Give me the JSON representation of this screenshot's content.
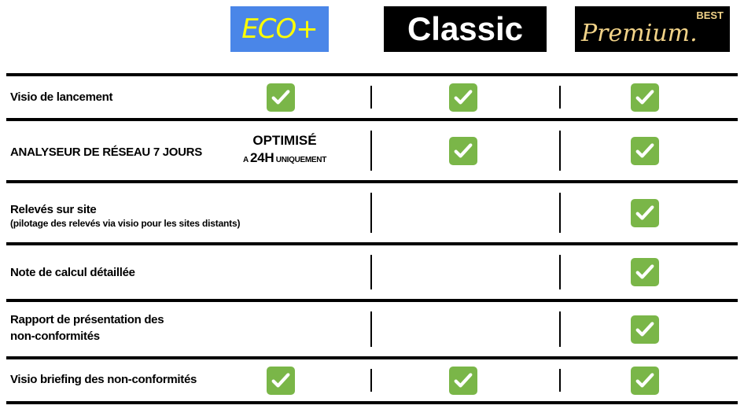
{
  "plans": [
    {
      "name": "ECO+",
      "color": "#4a86e8"
    },
    {
      "name": "Classic",
      "color": "#000000"
    },
    {
      "name": "Premium.",
      "badge": "BEST",
      "color": "#000000"
    }
  ],
  "rows": [
    {
      "label": "Visio de lancement",
      "sub": "",
      "eco": true,
      "classic": true,
      "premium": true
    },
    {
      "label": "ANALYSEUR DE RÉSEAU 7 JOURS",
      "sub": "",
      "eco_note": {
        "title": "OPTIMISÉ",
        "prefix": "A",
        "highlight": "24H",
        "suffix": "UNIQUEMENT"
      },
      "classic": true,
      "premium": true
    },
    {
      "label": "Relevés sur site",
      "sub": "(pilotage des relevés via visio pour les sites distants)",
      "eco": false,
      "classic": false,
      "premium": true
    },
    {
      "label": "Note de calcul détaillée",
      "sub": "",
      "eco": false,
      "classic": false,
      "premium": true
    },
    {
      "label": "Rapport de présentation des",
      "label2": "non-conformités",
      "eco": false,
      "classic": false,
      "premium": true
    },
    {
      "label": "Visio briefing des non-conformités",
      "sub": "",
      "eco": true,
      "classic": true,
      "premium": true
    }
  ],
  "check_icon": "check-mark-button-icon",
  "check_color": "#7ab648"
}
